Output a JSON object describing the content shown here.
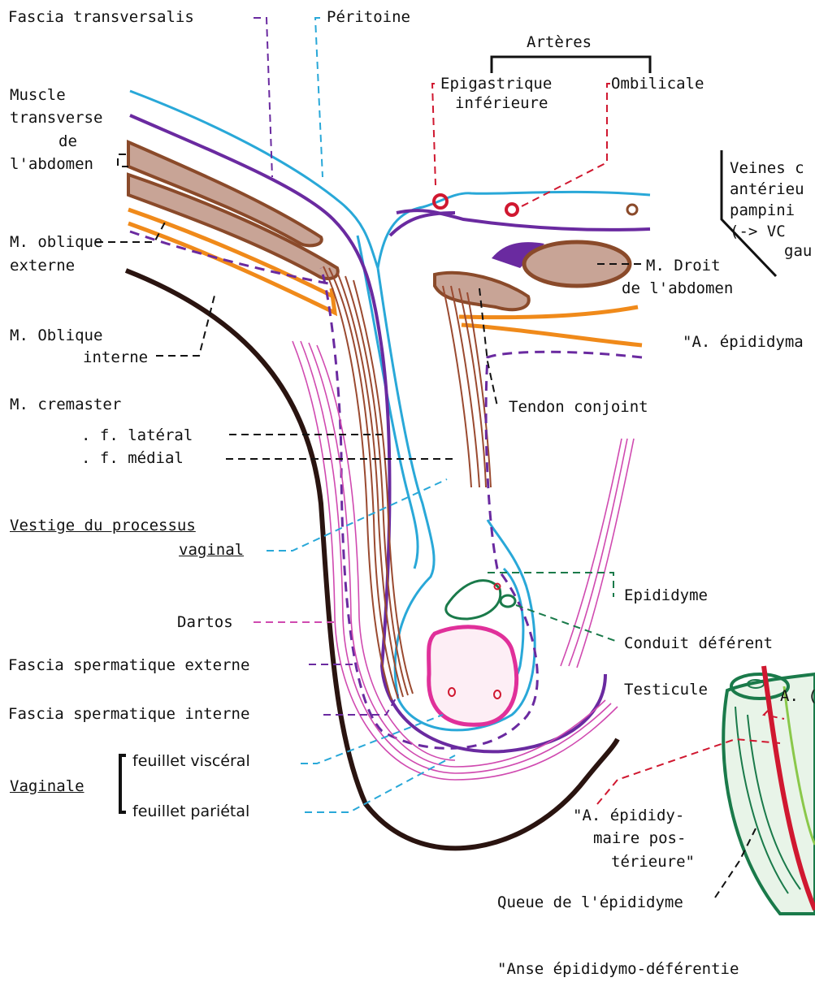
{
  "labels": {
    "fascia_transversalis": "Fascia transversalis",
    "peritoine": "Péritoine",
    "arteres": "Artères",
    "epigastrique_1": "Epigastrique",
    "epigastrique_2": "inférieure",
    "ombilicale": "Ombilicale",
    "muscle_transverse_1": "Muscle",
    "muscle_transverse_2": "transverse",
    "muscle_transverse_3": "de",
    "muscle_transverse_4": "l'abdomen",
    "veines_1": "Veines c",
    "veines_2": "antérieu",
    "veines_3": "pampini",
    "veines_4": "(-> VC",
    "veines_5": "gau",
    "m_oblique_externe_1": "M. oblique",
    "m_oblique_externe_2": "externe",
    "m_droit_1": "M. Droit",
    "m_droit_2": "de l'abdomen",
    "a_epididymaire_ant": "\"A. épididyma",
    "m_oblique_interne_1": "M. Oblique",
    "m_oblique_interne_2": "interne",
    "m_cremaster": "M. cremaster",
    "f_lateral": ". f. latéral",
    "f_medial": ". f. médial",
    "tendon_conjoint": "Tendon conjoint",
    "vestige_1": "Vestige du processus",
    "vestige_2": "vaginal",
    "epididyme": "Epididyme",
    "dartos": "Dartos",
    "conduit_deferent": "Conduit déférent",
    "fascia_sperm_externe": "Fascia spermatique externe",
    "testicule": "Testicule",
    "a_right": "A. (",
    "fascia_sperm_interne": "Fascia spermatique interne",
    "vaginale": "Vaginale",
    "feuillet_visceral": "feuillet viscéral",
    "feuillet_parietal": "feuillet pariétal",
    "a_epid_post_1": "\"A. épididy-",
    "a_epid_post_2": "maire pos-",
    "a_epid_post_3": "térieure\"",
    "queue_epididyme": "Queue de l'épididyme",
    "anse": "\"Anse épididymo-déférentie"
  },
  "colors": {
    "peritoneum": "#29a8d8",
    "fascia_transversalis": "#6a2aa0",
    "transverse_muscle": "#8a4a2a",
    "oblique_externe": "#f08a1a",
    "dartos": "#d04ab0",
    "skin": "#2a1410",
    "arteries": "#d01830",
    "epididymis": "#1a7a4a",
    "testis": "#e0309a",
    "cremaster": "#9a4a30"
  }
}
